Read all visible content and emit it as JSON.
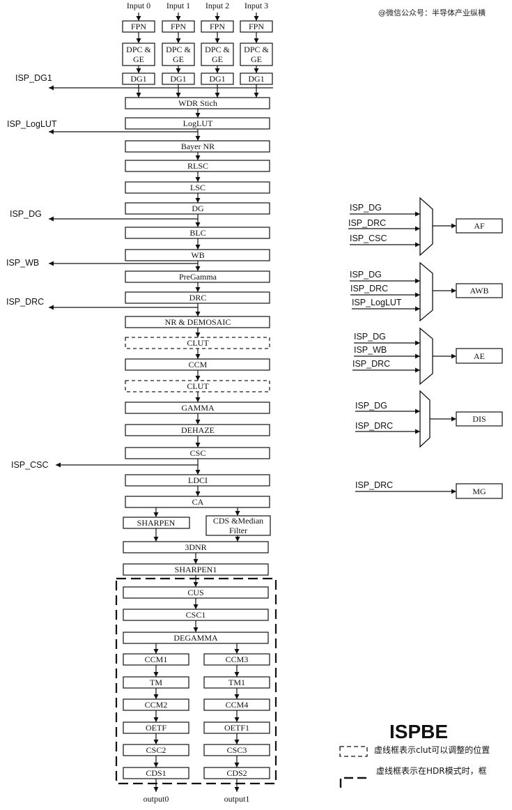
{
  "watermark": "@微信公众号：半导体产业纵横",
  "inputs": [
    "Input 0",
    "Input 1",
    "Input 2",
    "Input 3"
  ],
  "input_stages": {
    "fpn": "FPN",
    "dpc_line1": "DPC &",
    "dpc_line2": "GE",
    "dg1": "DG1"
  },
  "pipeline": {
    "wdr": "WDR Stich",
    "loglut": "LogLUT",
    "bayer_nr": "Bayer NR",
    "rlsc": "RLSC",
    "lsc": "LSC",
    "dg": "DG",
    "blc": "BLC",
    "wb": "WB",
    "pregamma": "PreGamma",
    "drc": "DRC",
    "nr_demosaic": "NR & DEMOSAIC",
    "clut1": "CLUT",
    "ccm": "CCM",
    "clut2": "CLUT",
    "gamma": "GAMMA",
    "dehaze": "DEHAZE",
    "csc": "CSC",
    "ldci": "LDCI",
    "ca": "CA",
    "sharpen": "SHARPEN",
    "cds_line1": "CDS &Median",
    "cds_line2": "Filter",
    "dnr3": "3DNR",
    "sharpen1": "SHARPEN1",
    "cus": "CUS",
    "csc1": "CSC1",
    "degamma": "DEGAMMA"
  },
  "left_branch": [
    "CCM1",
    "TM",
    "CCM2",
    "OETF",
    "CSC2",
    "CDS1"
  ],
  "right_branch": [
    "CCM3",
    "TM1",
    "CCM4",
    "OETF1",
    "CSC3",
    "CDS2"
  ],
  "outputs": [
    "output0",
    "output1"
  ],
  "taps": {
    "isp_dg1": "ISP_DG1",
    "isp_loglut": "ISP_LogLUT",
    "isp_dg": "ISP_DG",
    "isp_wb": "ISP_WB",
    "isp_drc": "ISP_DRC",
    "isp_csc": "ISP_CSC"
  },
  "stats_blocks": [
    {
      "name": "AF",
      "inputs": [
        "ISP_DG",
        "ISP_DRC",
        "ISP_CSC"
      ]
    },
    {
      "name": "AWB",
      "inputs": [
        "ISP_DG",
        "ISP_DRC",
        "ISP_LogLUT"
      ]
    },
    {
      "name": "AE",
      "inputs": [
        "ISP_DG",
        "ISP_WB",
        "ISP_DRC"
      ]
    },
    {
      "name": "DIS",
      "inputs": [
        "ISP_DG",
        "ISP_DRC"
      ]
    },
    {
      "name": "MG",
      "inputs": [
        "ISP_DRC"
      ]
    }
  ],
  "legend": {
    "title": "ISPBE",
    "dashed_note": "虚线框表示clut可以调整的位置",
    "hdr_note": "虚线框表示在HDR模式时，框"
  }
}
